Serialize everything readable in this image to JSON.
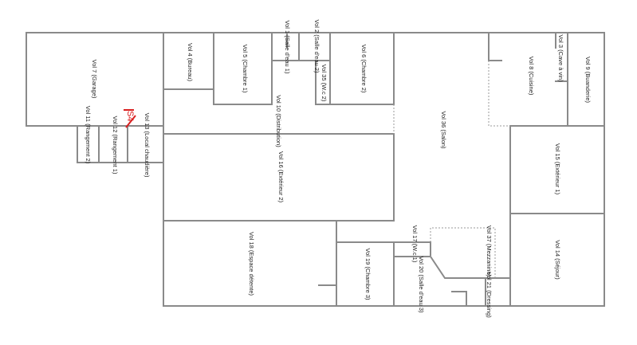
{
  "rooms": [
    {
      "id": "vol7",
      "label": "Vol 7 (Garage)"
    },
    {
      "id": "vol4",
      "label": "Vol 4 (Bureau)"
    },
    {
      "id": "vol5",
      "label": "Vol 5 (Chambre 1)"
    },
    {
      "id": "vol1",
      "label": "Vol 1 (Salle d'eau 1)"
    },
    {
      "id": "vol2",
      "label": "Vol 2 (Salle d'eau 2)"
    },
    {
      "id": "vol35",
      "label": "Vol 35 (W.c 2)"
    },
    {
      "id": "vol6",
      "label": "Vol 6 (Chambre 2)"
    },
    {
      "id": "vol36",
      "label": "Vol 36 (Salon)"
    },
    {
      "id": "vol3",
      "label": "Vol 3 (Cave à vin)"
    },
    {
      "id": "vol8",
      "label": "Vol 8 (Cuisine)"
    },
    {
      "id": "vol9",
      "label": "Vol 9 (Buanderie)"
    },
    {
      "id": "vol13",
      "label": "Vol 13 (Local chaudière)"
    },
    {
      "id": "vol12",
      "label": "Vol 12 (Rangement 1)"
    },
    {
      "id": "vol11",
      "label": "Vol 11 (Rangement 2)"
    },
    {
      "id": "vol10",
      "label": "Vol 10 (Distribution)"
    },
    {
      "id": "vol16",
      "label": "Vol 16 (Extérieur 2)"
    },
    {
      "id": "vol15",
      "label": "Vol 15 (Extérieur 1)"
    },
    {
      "id": "vol18",
      "label": "Vol 18 (Espace détente)"
    },
    {
      "id": "vol19",
      "label": "Vol 19 (Chambre 3)"
    },
    {
      "id": "vol17",
      "label": "Vol 17 (W.c 1)"
    },
    {
      "id": "vol20",
      "label": "Vol 20 (Salle d'eau 3)"
    },
    {
      "id": "vol37",
      "label": "Vol 37 (Mezzanine)"
    },
    {
      "id": "vol21",
      "label": "Vol 21 (Dressing)"
    },
    {
      "id": "vol14",
      "label": "Vol 14 (Séjour)"
    }
  ],
  "marker": {
    "label": "S4",
    "color": "#d91f1f"
  },
  "colors": {
    "wall": "#8a8a8a",
    "text": "#222222"
  }
}
